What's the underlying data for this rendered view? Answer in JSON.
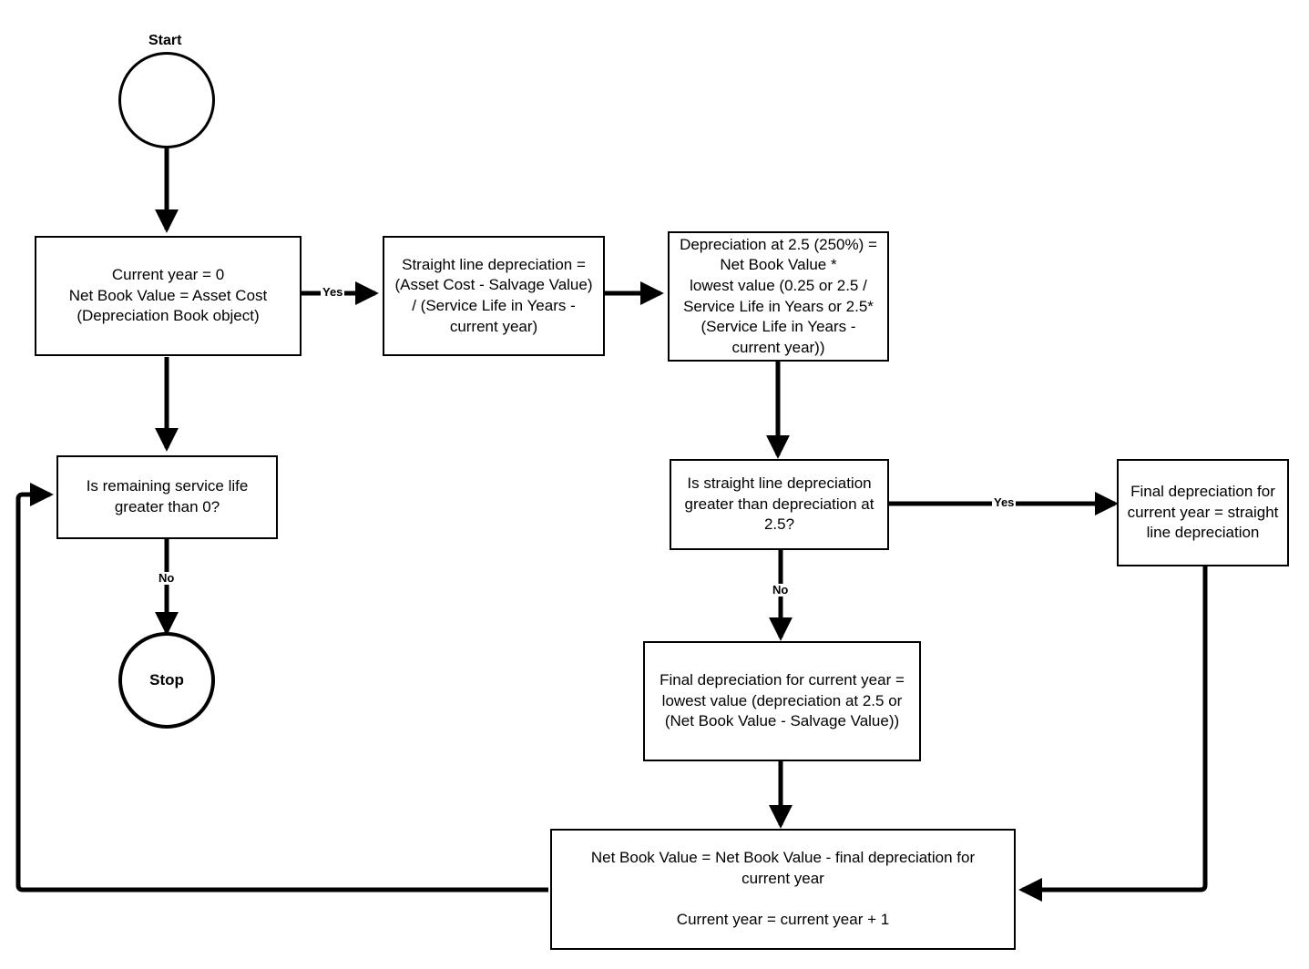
{
  "diagram": {
    "title_caption": "Start",
    "nodes": [
      {
        "id": "start",
        "name": "start-terminator",
        "shape": "circle",
        "text": "",
        "caption": "Start"
      },
      {
        "id": "init",
        "name": "process-initialize",
        "shape": "rect",
        "text": "Current year = 0\nNet Book Value = Asset Cost\n(Depreciation Book object)"
      },
      {
        "id": "straight_line",
        "name": "process-straight-line-depreciation",
        "shape": "rect",
        "text": "Straight line depreciation =\n(Asset Cost - Salvage Value)\n/ (Service Life in Years -\ncurrent year)"
      },
      {
        "id": "dep_250",
        "name": "process-depreciation-at-250",
        "shape": "rect",
        "text": "Depreciation at 2.5 (250%) =\nNet Book Value *\nlowest value (0.25 or 2.5 /\nService Life in Years or 2.5*\n(Service Life in Years -\ncurrent year))"
      },
      {
        "id": "decision_life",
        "name": "decision-remaining-service-life",
        "shape": "rect",
        "text": "Is remaining service life\ngreater than 0?"
      },
      {
        "id": "decision_compare",
        "name": "decision-straight-line-vs-250",
        "shape": "rect",
        "text": "Is straight line depreciation\ngreater than depreciation at\n2.5?"
      },
      {
        "id": "final_straight",
        "name": "process-final-depreciation-straight-line",
        "shape": "rect",
        "text": "Final depreciation for\ncurrent year = straight\nline depreciation"
      },
      {
        "id": "final_lowest",
        "name": "process-final-depreciation-lowest-value",
        "shape": "rect",
        "text": "Final depreciation for current year =\nlowest value (depreciation at 2.5 or\n(Net Book Value - Salvage Value))"
      },
      {
        "id": "update",
        "name": "process-update-net-book-value",
        "shape": "rect",
        "text": "Net Book Value = Net Book Value - final depreciation for\ncurrent year\n\nCurrent year = current year + 1"
      },
      {
        "id": "stop",
        "name": "stop-terminator",
        "shape": "circle",
        "text": "Stop"
      }
    ],
    "edge_labels": {
      "init_to_straight": "Yes",
      "life_to_stop": "No",
      "compare_to_final_straight": "Yes",
      "compare_to_final_lowest": "No"
    },
    "colors": {
      "stroke": "#000000",
      "fill": "#ffffff",
      "text": "#000000"
    }
  }
}
